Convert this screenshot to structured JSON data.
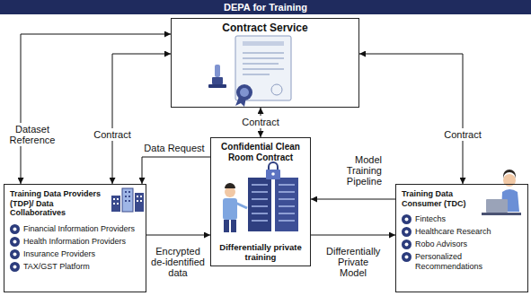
{
  "diagram": {
    "title": "DEPA for Training",
    "nodes": [
      {
        "text": [
          "Contract Service"
        ]
      },
      {
        "text": [
          "Training Data Providers (TDP)/ Data Collaboratives",
          "Financial Information Providers",
          "Health Information Providers",
          "Insurance Providers",
          "TAX/GST Platform"
        ]
      },
      {
        "text": [
          "Confidential Clean Room Contract",
          "Differentially private training"
        ]
      },
      {
        "text": [
          "Training Data Consumer (TDC)",
          "Fintechs",
          "Healthcare Research",
          "Robo Advisors",
          "Personalized Recommendations"
        ]
      }
    ],
    "edges": [
      {
        "from": 0,
        "to": 1,
        "arrow": "both",
        "label": "Dataset Reference"
      },
      {
        "from": 0,
        "to": 1,
        "arrow": "both",
        "label": "Contract"
      },
      {
        "from": 2,
        "to": 1,
        "arrow": "to",
        "label": "Data Request"
      },
      {
        "from": 1,
        "to": 2,
        "arrow": "to",
        "label": "Encrypted de-identified data"
      },
      {
        "from": 0,
        "to": 2,
        "arrow": "both",
        "label": "Contract"
      },
      {
        "from": 3,
        "to": 2,
        "arrow": "to",
        "label": "Model Training Pipeline"
      },
      {
        "from": 2,
        "to": 3,
        "arrow": "to",
        "label": "Differentially Private Model"
      },
      {
        "from": 0,
        "to": 3,
        "arrow": "both",
        "label": "Contract"
      }
    ]
  }
}
